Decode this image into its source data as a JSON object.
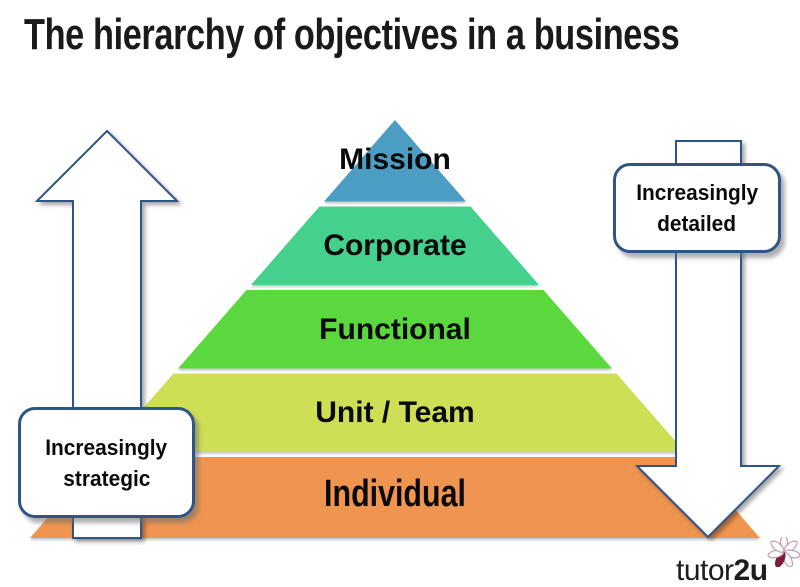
{
  "title": "The hierarchy of objectives in a business",
  "pyramid": {
    "levels": [
      {
        "label": "Mission",
        "color": "#4C9DC3"
      },
      {
        "label": "Corporate",
        "color": "#45D08D"
      },
      {
        "label": "Functional",
        "color": "#5CD83F"
      },
      {
        "label": "Unit / Team",
        "color": "#CEDF55"
      },
      {
        "label": "Individual",
        "color": "#F0954F"
      }
    ]
  },
  "arrows": {
    "left": {
      "direction": "up",
      "label_line1": "Increasingly",
      "label_line2": "strategic"
    },
    "right": {
      "direction": "down",
      "label_line1": "Increasingly",
      "label_line2": "detailed"
    }
  },
  "logo": {
    "text_regular": "tutor",
    "text_bold": "2u"
  },
  "colors": {
    "background": "#FFFFFF",
    "title_text": "#1A1A1A",
    "arrow_outline": "#2E5586",
    "flower_petal": "#7E1C39"
  }
}
